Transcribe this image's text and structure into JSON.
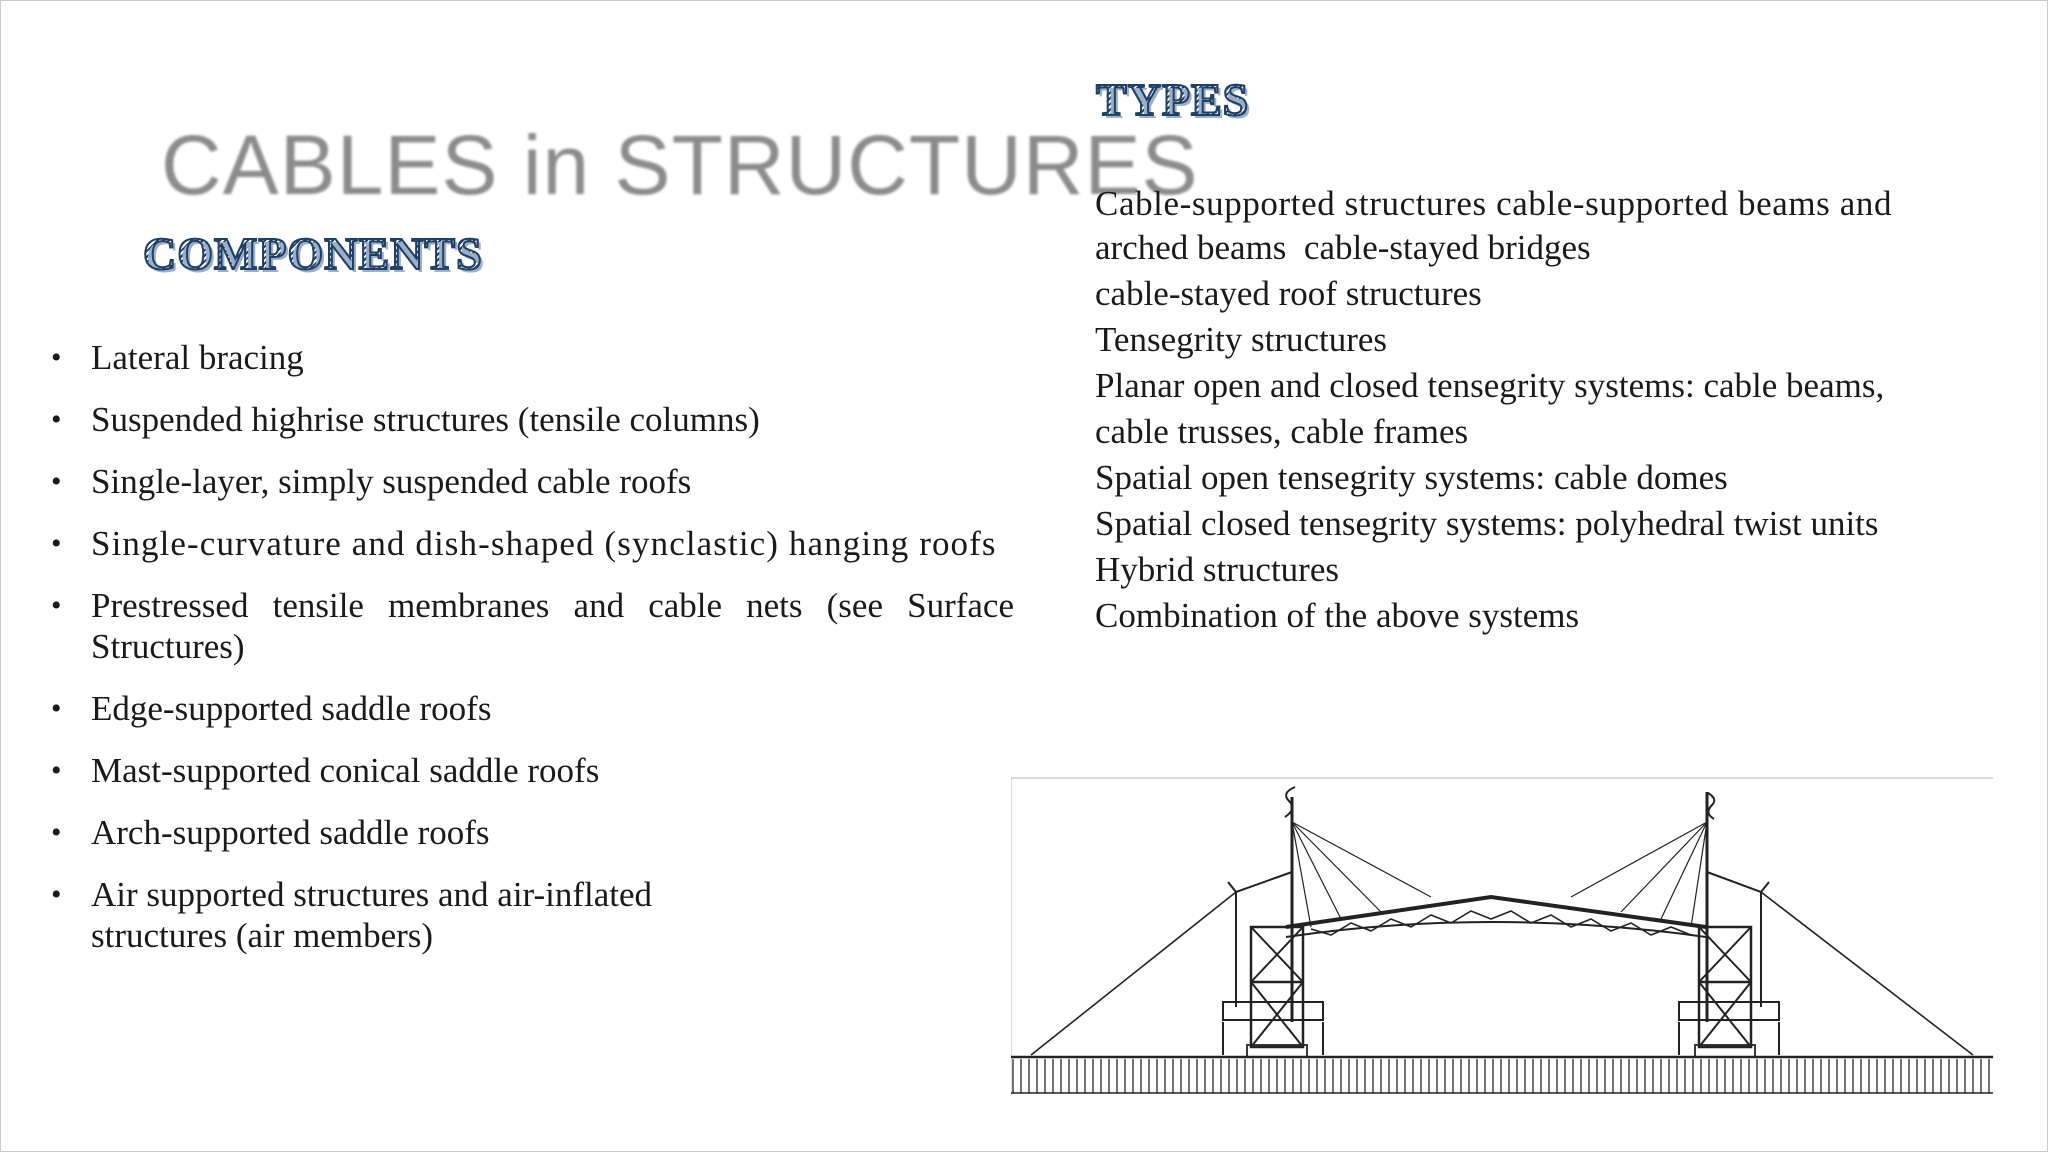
{
  "slide": {
    "title": "CABLES in STRUCTURES",
    "components_heading": "COMPONENTS",
    "types_heading": "TYPES",
    "components": [
      "Lateral bracing",
      "Suspended highrise structures (tensile columns)",
      "Single-layer, simply suspended cable roofs",
      "Single-curvature and dish-shaped (synclastic) hanging roofs",
      "Prestressed tensile membranes and cable nets (see Surface Structures)",
      "Edge-supported saddle roofs",
      "Mast-supported conical saddle roofs",
      "Arch-supported saddle roofs",
      "Air supported structures and air-inflated structures (air members)"
    ],
    "types": [
      "Cable-supported structures cable-supported beams and",
      "arched beams  cable-stayed bridges",
      "cable-stayed roof structures",
      "Tensegrity structures",
      "Planar open and closed tensegrity systems: cable beams,",
      "cable trusses, cable frames",
      "Spatial open tensegrity systems: cable domes",
      "Spatial closed tensegrity systems: polyhedral twist units",
      "Hybrid structures",
      "Combination of the above systems"
    ],
    "figure_icon": "cable-stayed-roof-drawing-icon",
    "colors": {
      "heading": "#1e3f66",
      "title": "#8c8c8c",
      "text": "#1a1a1a"
    }
  }
}
